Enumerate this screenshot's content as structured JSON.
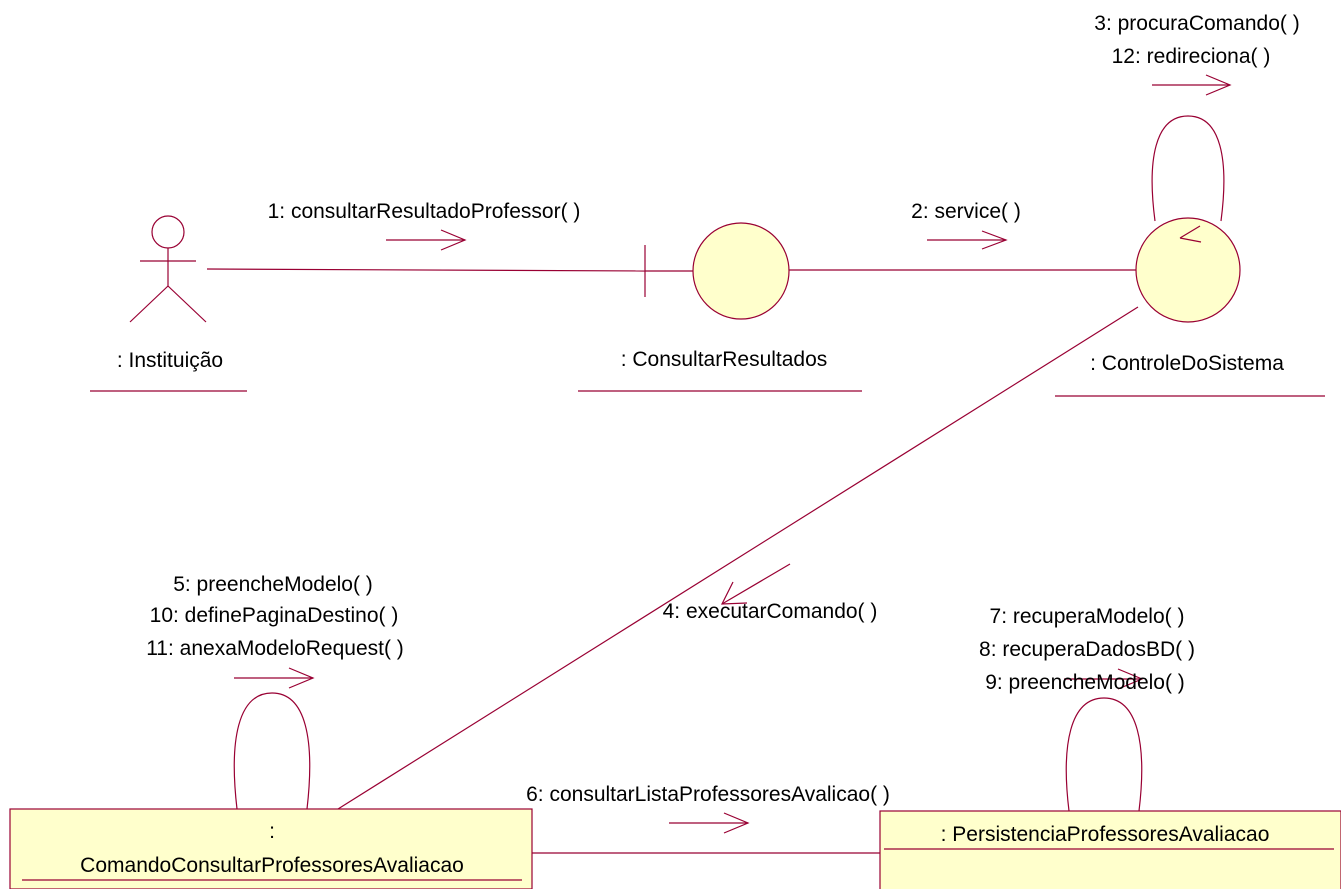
{
  "colors": {
    "line": "#990033",
    "object_fill": "#ffffcc",
    "text": "#000000",
    "background": "#ffffff"
  },
  "objects": {
    "actor": ": Instituição",
    "boundary": ": ConsultarResultados",
    "control": ": ControleDoSistema",
    "command_line1": ":",
    "command_line2": "ComandoConsultarProfessoresAvaliacao",
    "persistence": ": PersistenciaProfessoresAvaliacao"
  },
  "messages": {
    "m1": "1: consultarResultadoProfessor( )",
    "m2": "2: service(  )",
    "m3": "3: procuraComando( )",
    "m12": "12: redireciona( )",
    "m4": "4: executarComando(  )",
    "m5": "5: preencheModelo( )",
    "m10": "10: definePaginaDestino( )",
    "m11": "11: anexaModeloRequest( )",
    "m6": "6: consultarListaProfessoresAvalicao( )",
    "m7": "7: recuperaModelo( )",
    "m8": "8: recuperaDadosBD( )",
    "m9": "9: preencheModelo( )"
  }
}
